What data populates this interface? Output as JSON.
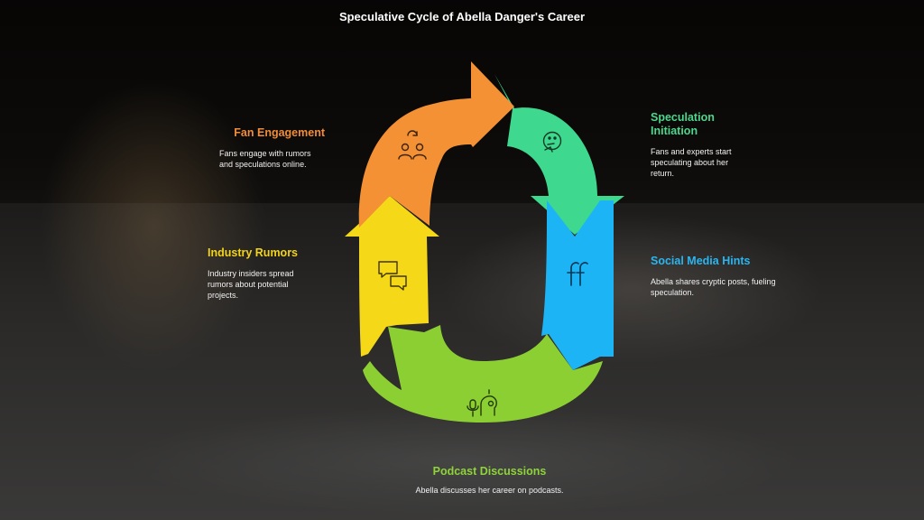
{
  "title": "Speculative Cycle of Abella Danger's Career",
  "colors": {
    "speculation": "#3ed98e",
    "social": "#1cb4f5",
    "podcast": "#8ccf33",
    "industry": "#f5d817",
    "fan": "#f39134"
  },
  "stages": {
    "fan_engagement": {
      "heading": "Fan Engagement",
      "description": "Fans engage with rumors and speculations online.",
      "icon": "people-refresh-icon"
    },
    "speculation_initiation": {
      "heading": "Speculation Initiation",
      "description": "Fans and experts start speculating about her return.",
      "icon": "thinking-face-icon"
    },
    "social_media_hints": {
      "heading": "Social Media Hints",
      "description": "Abella shares cryptic posts, fueling speculation.",
      "icon": "ff-glyph-icon"
    },
    "industry_rumors": {
      "heading": "Industry Rumors",
      "description": "Industry insiders spread rumors about potential projects.",
      "icon": "chat-bubbles-icon"
    },
    "podcast_discussions": {
      "heading": "Podcast Discussions",
      "description": "Abella discusses her career on podcasts.",
      "icon": "microphone-head-icon"
    }
  }
}
